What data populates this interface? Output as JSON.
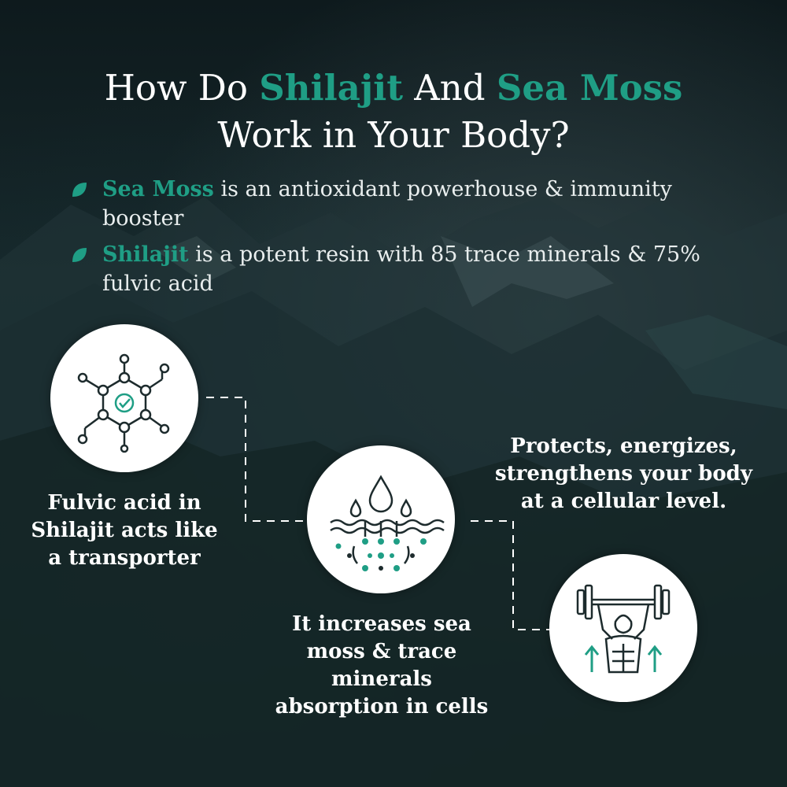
{
  "title": {
    "line1_pre": "How Do ",
    "line1_accent1": "Shilajit",
    "line1_mid": " And ",
    "line1_accent2": "Sea Moss",
    "line2": "Work in Your Body?"
  },
  "bullets": [
    {
      "accent": "Sea Moss",
      "text": " is an antioxidant powerhouse & immunity booster"
    },
    {
      "accent": "Shilajit",
      "text": " is a potent resin with 85 trace minerals & 75% fulvic acid"
    }
  ],
  "steps": [
    {
      "icon": "molecule-check-icon",
      "caption_lines": [
        "Fulvic acid in",
        "Shilajit acts like",
        "a transporter"
      ]
    },
    {
      "icon": "water-absorption-icon",
      "caption_lines": [
        "It increases sea",
        "moss & trace",
        "minerals",
        "absorption in cells"
      ]
    },
    {
      "icon": "weightlifter-icon",
      "caption_lines": [
        "Protects, energizes,",
        "strengthens your body",
        "at a cellular level."
      ]
    }
  ],
  "colors": {
    "accent": "#1f9e85",
    "icon_dark": "#1d2b2d",
    "background": "#13282a"
  }
}
